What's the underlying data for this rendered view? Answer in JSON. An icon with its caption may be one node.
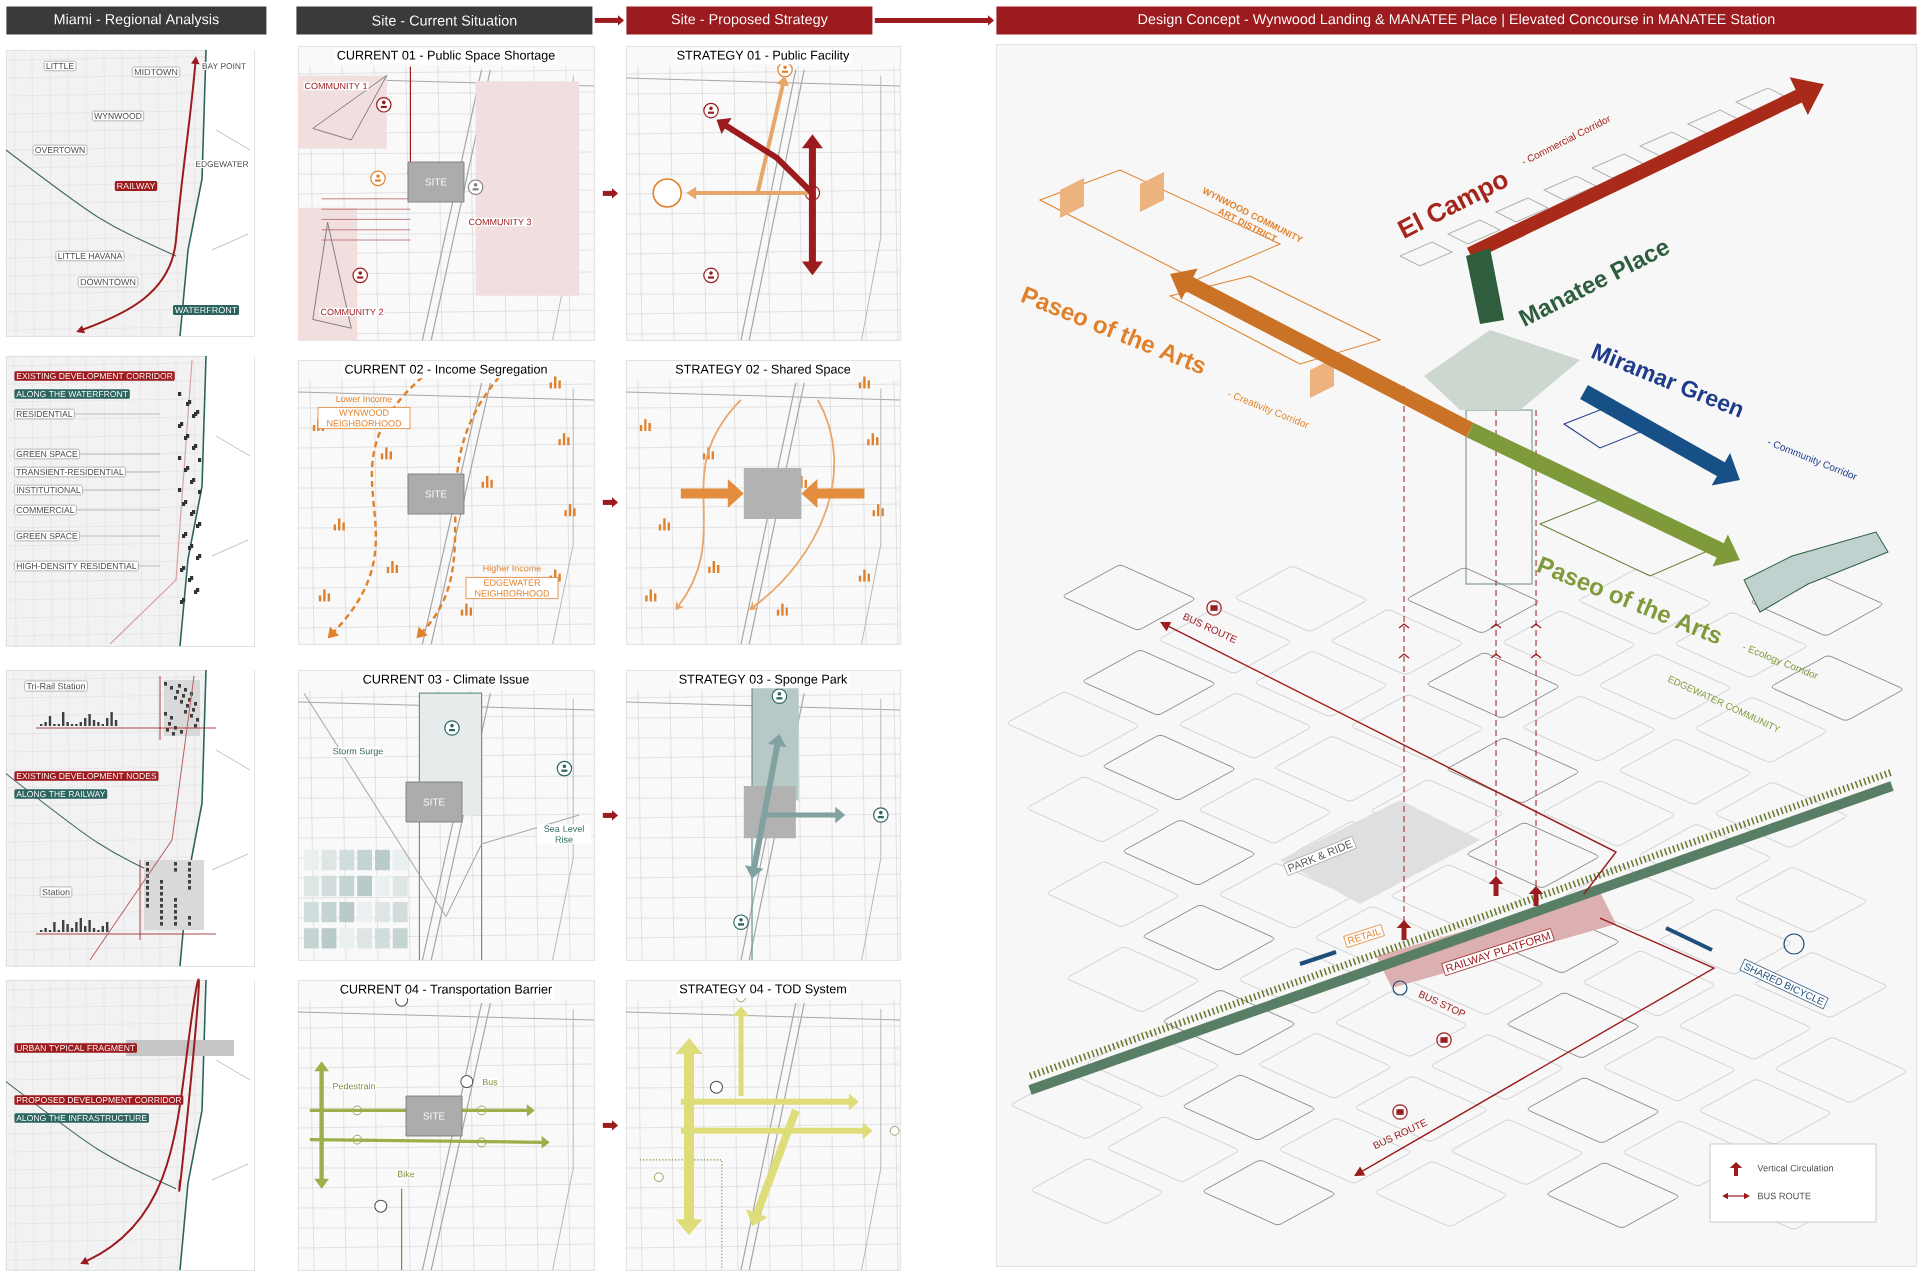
{
  "diagram": {
    "nodes": [
      {
        "text": [
          "Miami - Regional Analysis"
        ]
      },
      {
        "text": [
          "Site - Current Situation"
        ]
      },
      {
        "text": [
          "Site - Proposed Strategy"
        ]
      },
      {
        "text": [
          "Design Concept - Wynwood Landing & MANATEE Place | Elevated Concourse in MANATEE Station"
        ]
      },
      {
        "text": [],
        "shape": "picture"
      },
      {
        "text": [
          "LITTLE"
        ],
        "in": 4
      },
      {
        "text": [
          "MIDTOWN"
        ],
        "in": 4
      },
      {
        "text": [
          "WYNWOOD"
        ],
        "in": 4
      },
      {
        "text": [
          "OVERTOWN"
        ],
        "in": 4
      },
      {
        "text": [
          "RAILWAY"
        ],
        "in": 4
      },
      {
        "text": [
          "LITTLE HAVANA"
        ],
        "in": 4
      },
      {
        "text": [
          "DOWNTOWN"
        ],
        "in": 4
      },
      {
        "text": [
          "WATERFRONT"
        ],
        "in": 4
      },
      {
        "text": [],
        "shape": "picture"
      },
      {
        "text": [
          "EXISTING DEVELOPMENT CORRIDOR"
        ],
        "in": 13
      },
      {
        "text": [
          "ALONG THE WATERFRONT"
        ],
        "in": 13
      },
      {
        "text": [
          "RESIDENTIAL"
        ],
        "in": 13
      },
      {
        "text": [
          "GREEN SPACE"
        ],
        "in": 13
      },
      {
        "text": [
          "TRANSIENT-RESIDENTIAL"
        ],
        "in": 13
      },
      {
        "text": [
          "INSTITUTIONAL"
        ],
        "in": 13
      },
      {
        "text": [
          "COMMERCIAL"
        ],
        "in": 13
      },
      {
        "text": [
          "GREEN SPACE"
        ],
        "in": 13
      },
      {
        "text": [
          "HIGH-DENSITY RESIDENTIAL"
        ],
        "in": 13
      },
      {
        "text": [],
        "shape": "picture"
      },
      {
        "text": [
          "Tri-Rail Station"
        ],
        "in": 23
      },
      {
        "text": [
          "EXISTING DEVELOPMENT NODES"
        ],
        "in": 23
      },
      {
        "text": [
          "ALONG THE RAILWAY"
        ],
        "in": 23
      },
      {
        "text": [
          "Station"
        ],
        "in": 23
      },
      {
        "text": [],
        "shape": "picture"
      },
      {
        "text": [
          "URBAN TYPICAL FRAGMENT"
        ],
        "in": 28
      },
      {
        "text": [
          "PROPOSED DEVELOPMENT CORRIDOR"
        ],
        "in": 28
      },
      {
        "text": [
          "ALONG THE INFRASTRUCTURE"
        ],
        "in": 28
      },
      {
        "text": [
          "CURRENT 01 - Public Space Shortage"
        ]
      },
      {
        "text": [
          "SITE"
        ],
        "in": 32
      },
      {
        "text": [
          "STRATEGY 01 - Public Facility"
        ]
      },
      {
        "text": [
          "CURRENT 02 - Income Segregation"
        ]
      },
      {
        "text": [
          "Lower Income",
          "WYNWOOD NEIGHBORHOOD"
        ],
        "in": 35
      },
      {
        "text": [
          "SITE"
        ],
        "in": 35
      },
      {
        "text": [
          "Higher Income",
          "EDGEWATER NEIGHBORHOOD"
        ],
        "in": 35
      },
      {
        "text": [
          "STRATEGY 02 - Shared Space"
        ]
      },
      {
        "text": [
          "CURRENT 03 - Climate Issue"
        ]
      },
      {
        "text": [
          "SITE"
        ],
        "in": 40
      },
      {
        "text": [
          "STRATEGY 03 - Sponge Park"
        ]
      },
      {
        "text": [
          "CURRENT 04 - Transportation Barrier"
        ]
      },
      {
        "text": [
          "SITE"
        ],
        "in": 43
      },
      {
        "text": [
          "STRATEGY 04 - TOD System"
        ]
      },
      {
        "text": [],
        "shape": "picture"
      },
      {
        "text": [
          "PARK & RIDE"
        ],
        "in": 46
      },
      {
        "text": [
          "RETAIL"
        ],
        "in": 46
      },
      {
        "text": [
          "RAILWAY PLATFORM"
        ],
        "in": 46
      },
      {
        "text": [
          "SHARED BICYCLE"
        ],
        "in": 46
      }
    ],
    "edges": [
      {
        "from": 1,
        "to": 2,
        "arrow": "to",
        "color": "#9b1b1e",
        "style": "thick"
      },
      {
        "from": 2,
        "to": 3,
        "arrow": "to",
        "color": "#9b1b1e",
        "style": "thick"
      },
      {
        "from": 32,
        "to": 34,
        "arrow": "to",
        "color": "#9b1b1e",
        "style": "thick"
      },
      {
        "from": 35,
        "to": 39,
        "arrow": "to",
        "color": "#9b1b1e",
        "style": "thick"
      },
      {
        "from": 40,
        "to": 42,
        "arrow": "to",
        "color": "#9b1b1e",
        "style": "thick"
      },
      {
        "from": 43,
        "to": 45,
        "arrow": "to",
        "color": "#9b1b1e",
        "style": "thick"
      },
      {
        "from": 16,
        "to": null,
        "arrow": "none"
      },
      {
        "from": 17,
        "to": null,
        "arrow": "none"
      },
      {
        "from": 18,
        "to": null,
        "arrow": "none"
      },
      {
        "from": 19,
        "to": null,
        "arrow": "none"
      },
      {
        "from": 20,
        "to": null,
        "arrow": "none"
      },
      {
        "from": 21,
        "to": null,
        "arrow": "none"
      },
      {
        "from": 22,
        "to": null,
        "arrow": "none"
      }
    ],
    "labels": [
      "BAY POINT",
      "EDGEWATER",
      "COMMUNITY 1",
      "COMMUNITY 3",
      "COMMUNITY 2",
      "Storm Surge",
      "Sea Level Rise",
      "Pedestrain",
      "Bus",
      "Bike",
      "WYNWOOD COMMUNITY ART DISTRICT",
      "El Campo",
      "- Commercial Corridor",
      "Manatee Place",
      "Paseo of the Arts",
      "- Creativity Corridor",
      "Miramar Green",
      "- Community Corridor",
      "Paseo of the Arts",
      "- Ecology Corridor",
      "EDGEWATER COMMUNITY",
      "BUS ROUTE",
      "BUS STOP",
      "BUS ROUTE"
    ],
    "legend": [
      {
        "text": "Vertical  Circulation"
      },
      {
        "text": "BUS ROUTE"
      }
    ]
  }
}
